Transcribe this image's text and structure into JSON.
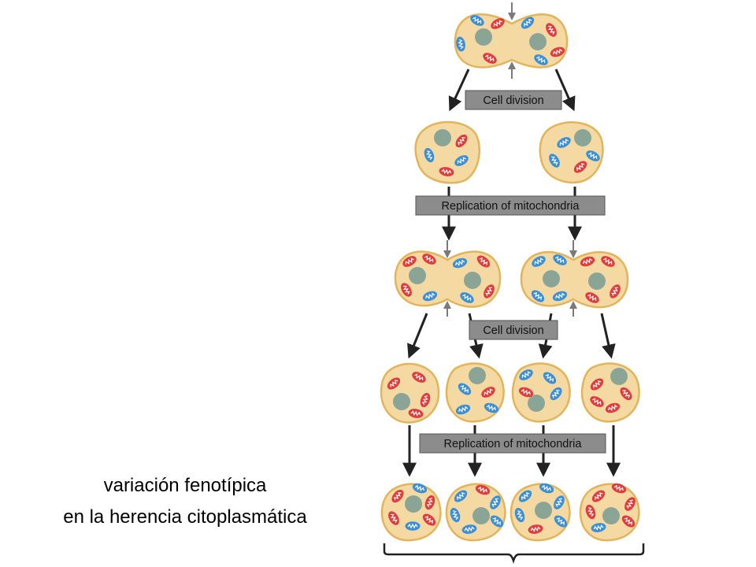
{
  "diagram": {
    "steps": {
      "division1": "Cell division",
      "replication1": "Replication of mitochondria",
      "division2": "Cell division",
      "replication2": "Replication of mitochondria"
    },
    "colors": {
      "cytoplasm": "#f5d9a3",
      "membrane": "#e3b45a",
      "nucleus": "#8aa596",
      "mito_red": "#e23b3b",
      "mito_blue": "#3b8fd6",
      "label_box": "#8c8c8c",
      "arrow": "#222222"
    }
  },
  "caption": {
    "line1": "variación fenotípica",
    "line2": "en la herencia citoplasmática"
  }
}
